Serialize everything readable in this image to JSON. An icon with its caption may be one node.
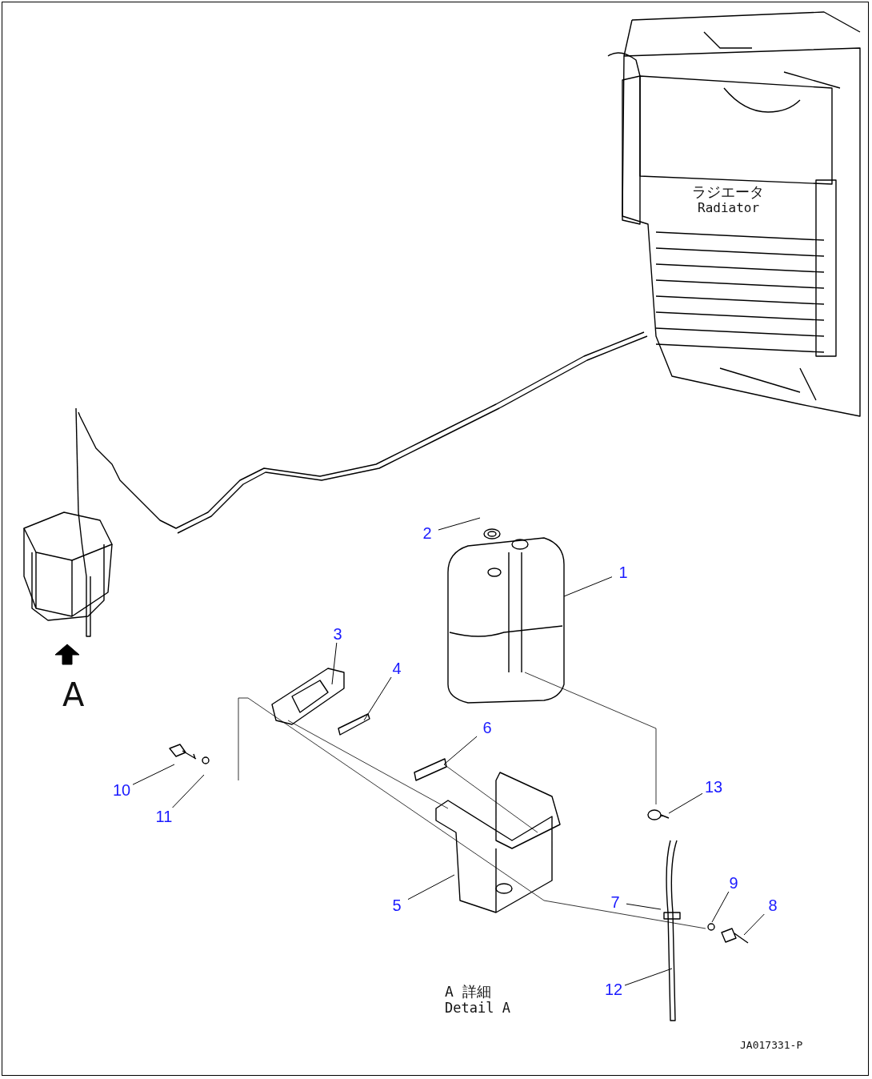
{
  "diagram": {
    "nodes": [
      {
        "text": [
          "1"
        ]
      },
      {
        "text": [
          "2"
        ]
      },
      {
        "text": [
          "3"
        ]
      },
      {
        "text": [
          "4"
        ]
      },
      {
        "text": [
          "5"
        ]
      },
      {
        "text": [
          "6"
        ]
      },
      {
        "text": [
          "7"
        ]
      },
      {
        "text": [
          "8"
        ]
      },
      {
        "text": [
          "9"
        ]
      },
      {
        "text": [
          "10"
        ]
      },
      {
        "text": [
          "11"
        ]
      },
      {
        "text": [
          "12"
        ]
      },
      {
        "text": [
          "13"
        ]
      }
    ],
    "edges": [
      {
        "from": 0,
        "to": null,
        "arrow": "none"
      },
      {
        "from": 1,
        "to": null,
        "arrow": "none"
      },
      {
        "from": 2,
        "to": null,
        "arrow": "none"
      },
      {
        "from": 3,
        "to": null,
        "arrow": "none"
      },
      {
        "from": 4,
        "to": null,
        "arrow": "none"
      },
      {
        "from": 5,
        "to": null,
        "arrow": "none"
      },
      {
        "from": 6,
        "to": null,
        "arrow": "none"
      },
      {
        "from": 7,
        "to": null,
        "arrow": "none"
      },
      {
        "from": 8,
        "to": null,
        "arrow": "none"
      },
      {
        "from": 9,
        "to": null,
        "arrow": "none"
      },
      {
        "from": 10,
        "to": null,
        "arrow": "none"
      },
      {
        "from": 11,
        "to": null,
        "arrow": "none"
      },
      {
        "from": 12,
        "to": null,
        "arrow": "none"
      }
    ],
    "labels": [
      "ラジエータ",
      "Radiator",
      "A",
      "A 詳細",
      "Detail A",
      "JA017331-P"
    ]
  }
}
